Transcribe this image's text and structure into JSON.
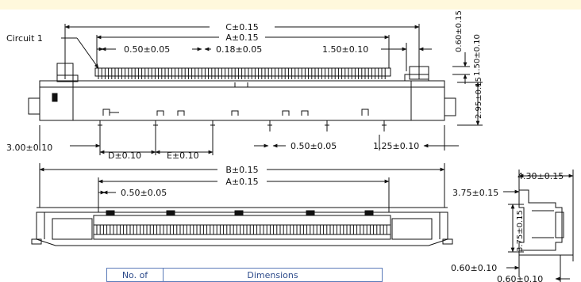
{
  "top_view": {
    "dim_c": "C±0.15",
    "dim_a": "A±0.15",
    "circuit_label": "Circuit  1",
    "pitch": "0.50±0.05",
    "slot": "0.18±0.05",
    "dim_150": "1.50±0.10",
    "right_060": "0.60±0.15",
    "right_150": "1.50±0.10",
    "right_295": "2.95±0.15",
    "left_300": "3.00±0.10",
    "dim_d": "D±0.10",
    "dim_e": "E±0.10",
    "bottom_pitch": "0.50±0.05",
    "dim_125": "1.25±0.10"
  },
  "front_view": {
    "dim_b": "B±0.15",
    "dim_a": "A±0.15",
    "pitch": "0.50±0.05"
  },
  "side_view": {
    "width_430": "4.30±0.15",
    "dim_375_h": "3.75±0.15",
    "dim_375_v": "3.75±0.15",
    "dim_060_a": "0.60±0.10",
    "dim_060_b": "0.60±0.10"
  },
  "table": {
    "col1": "No. of",
    "col2": "Dimensions"
  }
}
